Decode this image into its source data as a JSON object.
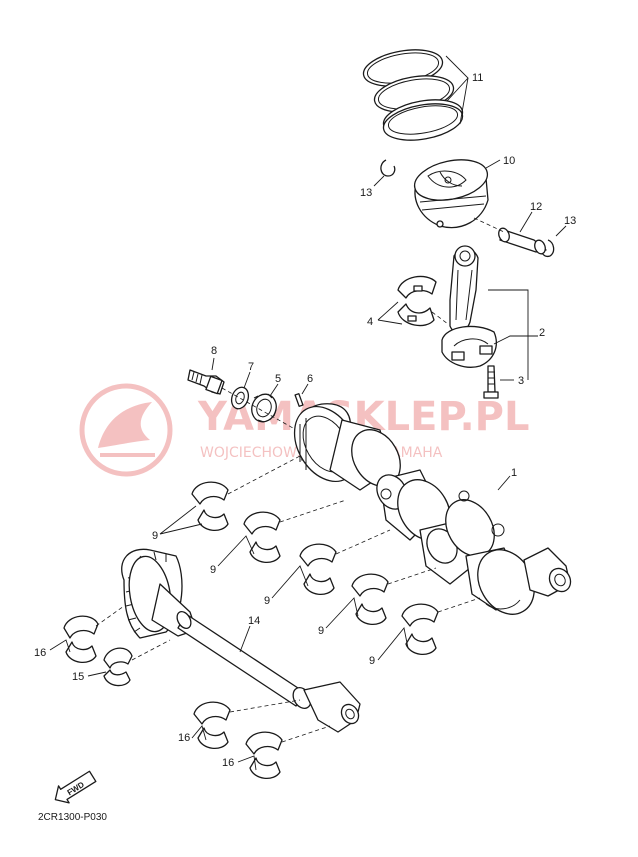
{
  "watermark": {
    "brand": "YAMASKLEP.PL",
    "subtitle": "WOJCIECHOWSKI DEALER YAMAHA",
    "color": "#e05050"
  },
  "callouts": [
    {
      "id": "c11",
      "text": "11"
    },
    {
      "id": "c10",
      "text": "10"
    },
    {
      "id": "c13a",
      "text": "13"
    },
    {
      "id": "c12",
      "text": "12"
    },
    {
      "id": "c13b",
      "text": "13"
    },
    {
      "id": "c4",
      "text": "4"
    },
    {
      "id": "c2",
      "text": "2"
    },
    {
      "id": "c3",
      "text": "3"
    },
    {
      "id": "c8",
      "text": "8"
    },
    {
      "id": "c7",
      "text": "7"
    },
    {
      "id": "c5",
      "text": "5"
    },
    {
      "id": "c6",
      "text": "6"
    },
    {
      "id": "c1",
      "text": "1"
    },
    {
      "id": "c9a",
      "text": "9"
    },
    {
      "id": "c9b",
      "text": "9"
    },
    {
      "id": "c9c",
      "text": "9"
    },
    {
      "id": "c9d",
      "text": "9"
    },
    {
      "id": "c9e",
      "text": "9"
    },
    {
      "id": "c14",
      "text": "14"
    },
    {
      "id": "c16a",
      "text": "16"
    },
    {
      "id": "c15",
      "text": "15"
    },
    {
      "id": "c16b",
      "text": "16"
    },
    {
      "id": "c16c",
      "text": "16"
    }
  ],
  "fwd_label": "FWD",
  "diagram_code": "2CR1300-P030"
}
